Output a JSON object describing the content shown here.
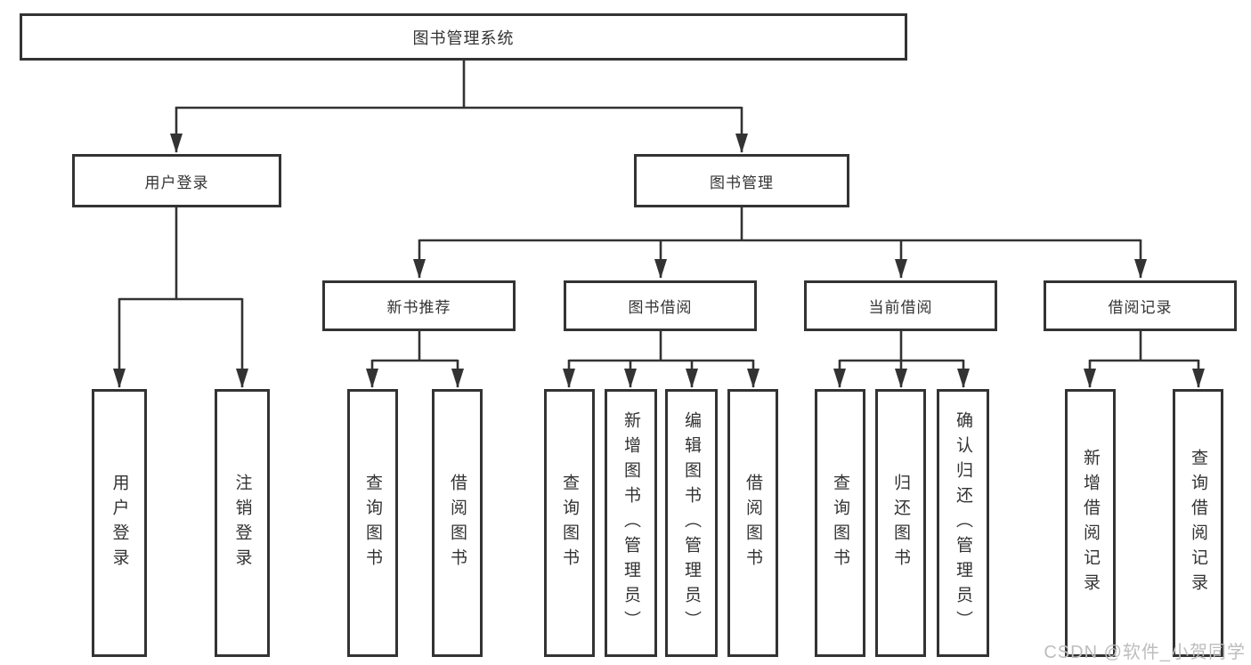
{
  "watermark": "CSDN @软件_小贺同学",
  "colors": {
    "line": "#333333",
    "box_border": "#333333",
    "background": "#ffffff",
    "watermark": "#bdbdbd"
  },
  "tree": {
    "root": "图书管理系统",
    "branches": {
      "user_login": "用户登录",
      "book_management": "图书管理"
    },
    "modules": {
      "new_books": "新书推荐",
      "borrowing": "图书借阅",
      "current": "当前借阅",
      "records": "借阅记录"
    },
    "leaves": {
      "login": [
        "用户登录",
        "注销登录"
      ],
      "new_books": [
        "查询图书",
        "借阅图书"
      ],
      "borrowing": [
        "查询图书",
        "新增图书（管理员）",
        "编辑图书（管理员）",
        "借阅图书"
      ],
      "current": [
        "查询图书",
        "归还图书",
        "确认归还（管理员）"
      ],
      "records": [
        "新增借阅记录",
        "查询借阅记录"
      ]
    }
  }
}
